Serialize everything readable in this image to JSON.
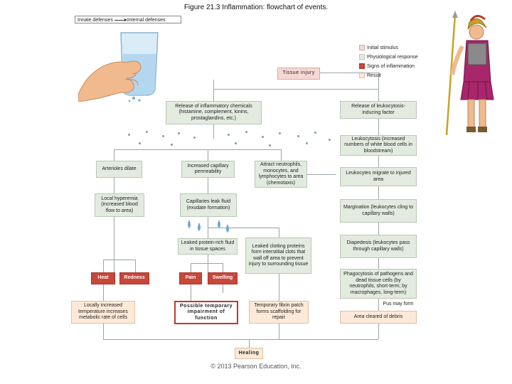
{
  "title": "Figure 21.3  Inflammation: flowchart of events.",
  "breadcrumb": {
    "left": "Innate defenses",
    "right": "Internal defenses"
  },
  "legend": [
    {
      "label": "Initial stimulus",
      "color": "#f5d7d4"
    },
    {
      "label": "Physiological response",
      "color": "#e3ebe0"
    },
    {
      "label": "Signs of inflammation",
      "color": "#c8463a"
    },
    {
      "label": "Result",
      "color": "#fce9d8"
    }
  ],
  "nodes": {
    "tissue_injury": "Tissue injury",
    "release_chem": "Release of inflammatory chemicals (histamine, complement, kinins, prostaglandins, etc.)",
    "release_leuko": "Release of leukocytosis-inducing factor",
    "leukocytosis": "Leukocytosis (increased numbers of white blood cells in bloodstream)",
    "arterioles": "Arterioles dilate",
    "cap_perm": "Increased capillary permeability",
    "attract": "Attract neutrophils, monocytes, and lymphocytes to area (chemotaxis)",
    "migrate": "Leukocytes migrate to injured area",
    "hyperemia": "Local hyperemia (increased blood flow to area)",
    "cap_leak": "Capillaries leak fluid (exudate formation)",
    "margination": "Margination (leukocytes cling to capillary walls)",
    "protein_fluid": "Leaked protein-rich fluid in tissue spaces",
    "clotting": "Leaked clotting proteins form interstitial clots that wall off area to prevent injury to surrounding tissue",
    "diapedesis": "Diapedesis (leukocytes pass through capillary walls)",
    "heat": "Heat",
    "redness": "Redness",
    "pain": "Pain",
    "swelling": "Swelling",
    "phagocytosis": "Phagocytosis of pathogens and dead tissue cells (by neutrophils, short-term; by macrophages, long-term)",
    "pus": "Pus may form",
    "metabolic": "Locally increased temperature increases metabolic rate of cells",
    "impairment": "Possible temporary impairment of function",
    "fibrin": "Temporary fibrin patch forms scaffolding for repair",
    "cleared": "Area cleared of debris",
    "healing": "Healing"
  },
  "copyright": "© 2013 Pearson Education, Inc."
}
